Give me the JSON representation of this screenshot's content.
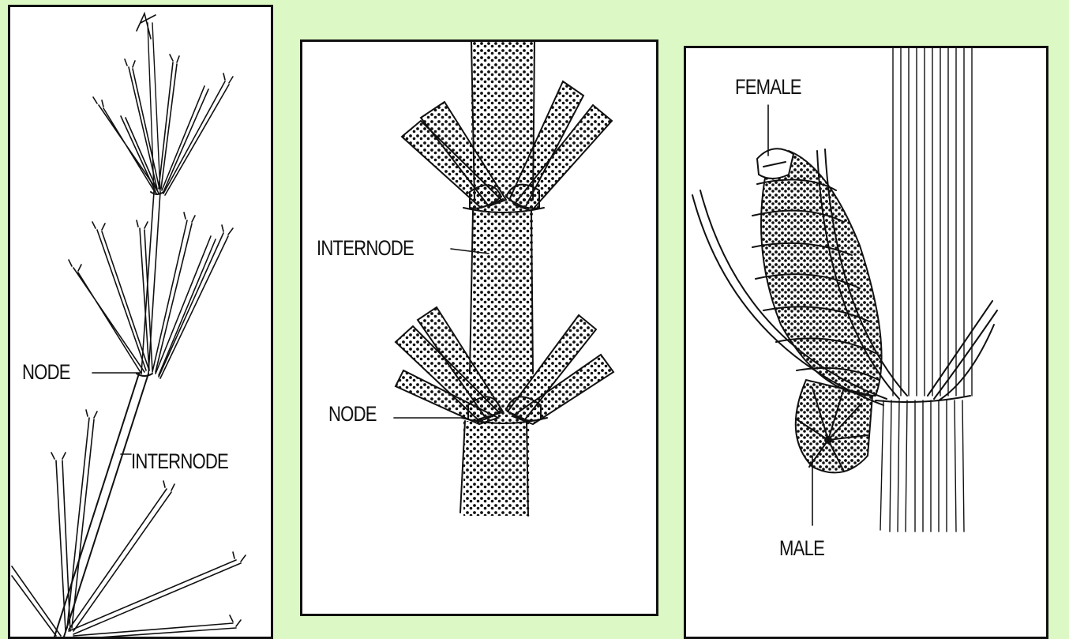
{
  "panels": [
    {
      "subject": "horsetail shoot with whorled branches",
      "labels": {
        "node": "NODE",
        "internode": "INTERNODE"
      }
    },
    {
      "subject": "stem segment close-up",
      "labels": {
        "internode": "INTERNODE",
        "node": "NODE"
      }
    },
    {
      "subject": "reproductive structures on stem",
      "labels": {
        "female": "FEMALE",
        "male": "MALE"
      }
    }
  ],
  "colors": {
    "background": "#dcf8c4",
    "panel": "#ffffff",
    "ink": "#111111"
  }
}
